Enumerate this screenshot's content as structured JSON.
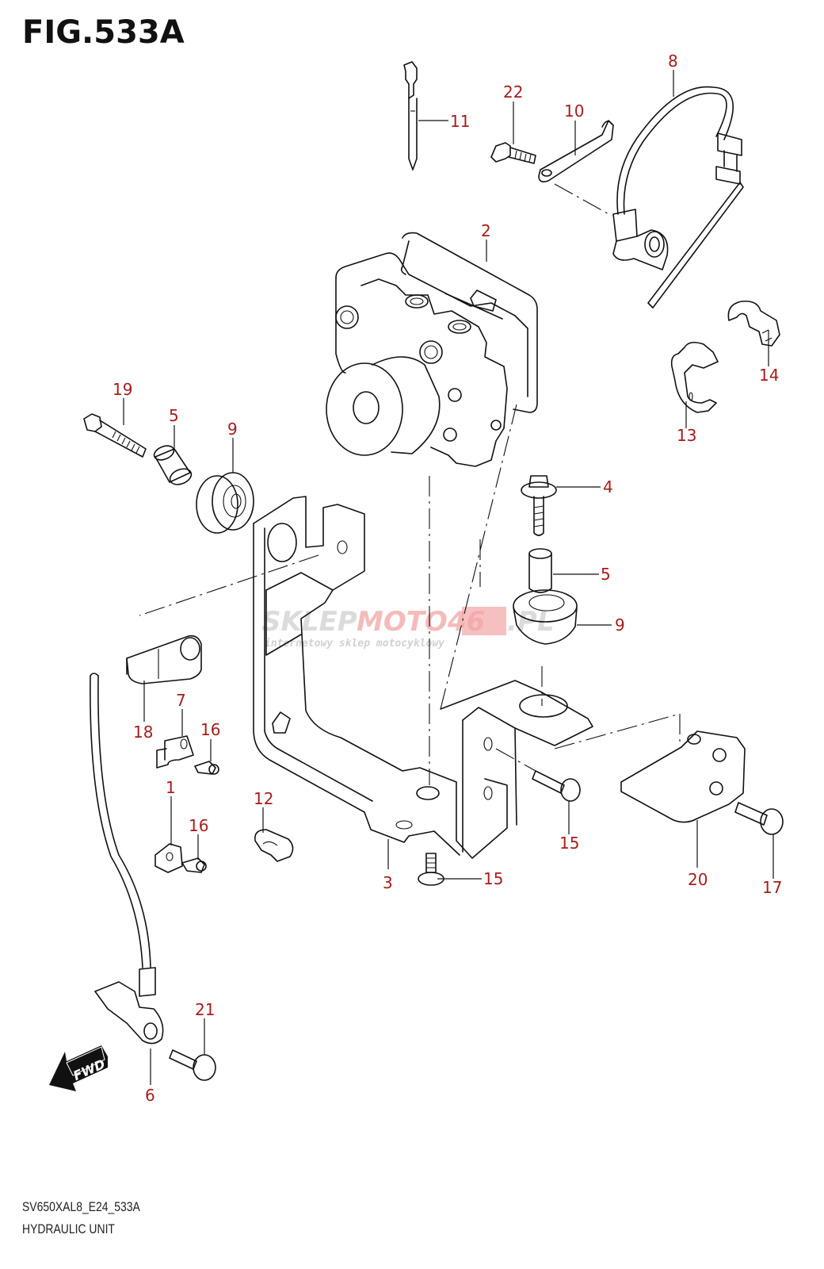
{
  "figure": {
    "title": "FIG.533A",
    "code": "SV650XAL8_E24_533A",
    "name": "HYDRAULIC UNIT"
  },
  "watermark": {
    "brand_grey": "SKLEP",
    "brand_red": "MOTO46",
    "brand_suffix": ".PL",
    "tagline": "internetowy sklep motocyklowy"
  },
  "direction_marker": {
    "label": "FWD",
    "icon": "forward-arrow-icon"
  },
  "colors": {
    "callout": "#a81c1c",
    "line": "#111111"
  },
  "callouts": [
    {
      "id": "c1",
      "number": "1"
    },
    {
      "id": "c2",
      "number": "2"
    },
    {
      "id": "c3",
      "number": "3"
    },
    {
      "id": "c4",
      "number": "4"
    },
    {
      "id": "c5a",
      "number": "5"
    },
    {
      "id": "c5b",
      "number": "5"
    },
    {
      "id": "c6",
      "number": "6"
    },
    {
      "id": "c7",
      "number": "7"
    },
    {
      "id": "c8",
      "number": "8"
    },
    {
      "id": "c9a",
      "number": "9"
    },
    {
      "id": "c9b",
      "number": "9"
    },
    {
      "id": "c10",
      "number": "10"
    },
    {
      "id": "c11",
      "number": "11"
    },
    {
      "id": "c12",
      "number": "12"
    },
    {
      "id": "c13",
      "number": "13"
    },
    {
      "id": "c14",
      "number": "14"
    },
    {
      "id": "c15a",
      "number": "15"
    },
    {
      "id": "c15b",
      "number": "15"
    },
    {
      "id": "c16a",
      "number": "16"
    },
    {
      "id": "c16b",
      "number": "16"
    },
    {
      "id": "c17",
      "number": "17"
    },
    {
      "id": "c18",
      "number": "18"
    },
    {
      "id": "c19",
      "number": "19"
    },
    {
      "id": "c20",
      "number": "20"
    },
    {
      "id": "c21",
      "number": "21"
    },
    {
      "id": "c22",
      "number": "22"
    }
  ]
}
